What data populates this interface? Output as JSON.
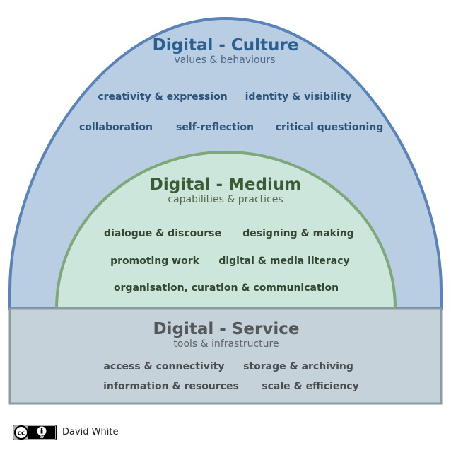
{
  "culture": {
    "title": "Digital - Culture",
    "subtitle": "values & behaviours",
    "items": [
      "creativity & expression",
      "identity & visibility",
      "collaboration",
      "self-reflection",
      "critical questioning"
    ],
    "fill": "#b9cde3",
    "stroke": "#5a83b9"
  },
  "medium": {
    "title": "Digital - Medium",
    "subtitle": "capabilities & practices",
    "items": [
      "dialogue & discourse",
      "designing & making",
      "promoting work",
      "digital & media literacy",
      "organisation, curation & communication"
    ],
    "fill": "#cde6dc",
    "stroke": "#7ea87a"
  },
  "service": {
    "title": "Digital - Service",
    "subtitle": "tools & infrastructure",
    "items": [
      "access & connectivity",
      "storage & archiving",
      "information & resources",
      "scale & efficiency"
    ],
    "fill": "#c5d2da",
    "stroke": "#8c9aa3"
  },
  "license": {
    "icon": "cc-by-icon",
    "author": "David White"
  }
}
